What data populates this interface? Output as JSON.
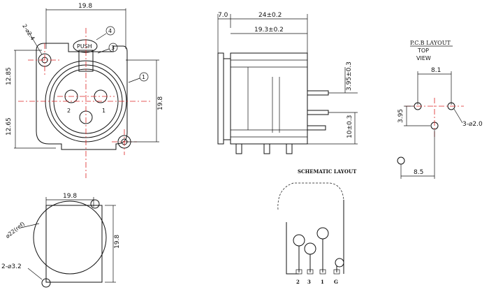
{
  "front_view": {
    "dim_width": "19.8",
    "dim_hole": "2-⌀2.4",
    "dim_upper": "12.85",
    "dim_lower": "12.65",
    "dim_height": "19.8",
    "push_label": "PUSH",
    "balloon_1": "1",
    "balloon_3": "3",
    "balloon_4": "4",
    "pin_2": "2",
    "pin_1": "1"
  },
  "side_view": {
    "dim_7": "7.0",
    "dim_24": "24±0.2",
    "dim_19_3": "19.3±0.2",
    "dim_3_95": "3.95±0.3",
    "dim_10": "10±0.3"
  },
  "pcb_layout": {
    "title": "P.C.B LAYOUT",
    "top": "TOP",
    "view": "VIEW",
    "dim_8_1": "8.1",
    "dim_3_95": "3.95",
    "dim_holes": "3-⌀2.0",
    "dim_8_5": "8.5"
  },
  "cutout": {
    "dim_width": "19.8",
    "dim_dia": "⌀22(ref)",
    "dim_height": "19.8",
    "dim_holes": "2-⌀3.2"
  },
  "schematic": {
    "title": "SCHEMATIC LAYOUT",
    "pins": [
      "2",
      "3",
      "1",
      "G"
    ]
  }
}
